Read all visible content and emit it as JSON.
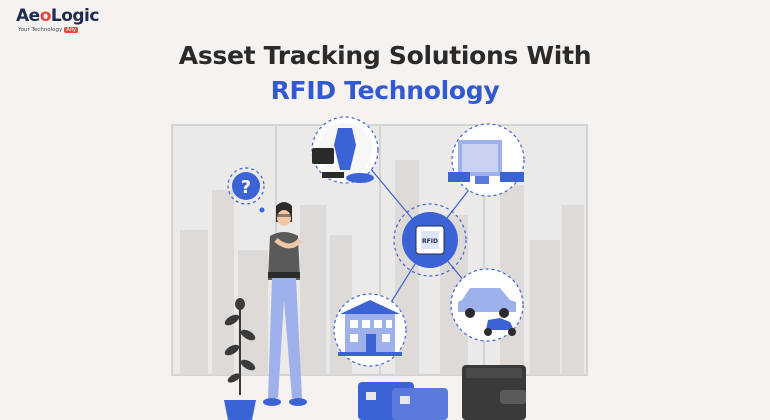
{
  "logo": {
    "brand_prefix": "Ae",
    "brand_accent": "o",
    "brand_suffix": "Logic",
    "tagline": "Your Technology",
    "tagline_accent": "Ally"
  },
  "headline": {
    "line1": "Asset Tracking Solutions With",
    "line2": "RFID Technology"
  },
  "illustration": {
    "question_mark": "?",
    "chip_label": "RFID"
  },
  "colors": {
    "title_dark": "#2a2a2a",
    "title_blue": "#3259cf",
    "accent_red": "#e8473d",
    "illustration_blue": "#3c63d6",
    "pants_blue": "#9fb1ea",
    "background": "#f6f2ef"
  }
}
